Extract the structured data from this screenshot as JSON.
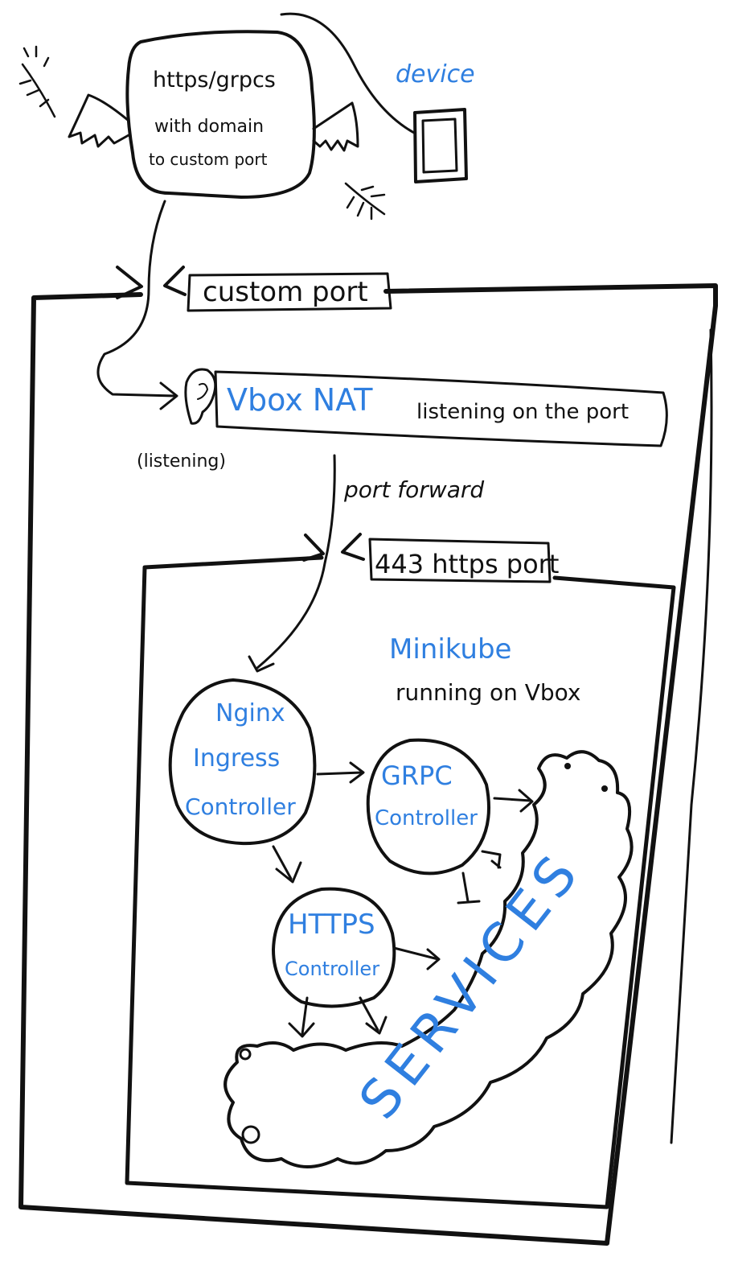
{
  "colors": {
    "ink": "#111111",
    "accent": "#2f7fe0",
    "background": "#ffffff"
  },
  "cloud_request": {
    "lines": [
      "https/grpcs",
      "with domain",
      "to custom port"
    ],
    "icons": [
      "wing-icon",
      "feather-icon"
    ]
  },
  "device": {
    "label": "device",
    "icon": "phone-device-icon"
  },
  "vm_box": {
    "port_label": "custom port",
    "nat": {
      "name": "Vbox NAT",
      "description": "listening on the port",
      "icon": "ear-icon",
      "icon_caption": "(listening)"
    },
    "forward_label": "port forward"
  },
  "minikube_box": {
    "port_label": "443 https port",
    "title": "Minikube",
    "subtitle": "running on Vbox",
    "nodes": {
      "nginx": [
        "Nginx",
        "Ingress",
        "Controller"
      ],
      "grpc": [
        "GRPC",
        "Controller"
      ],
      "https": [
        "HTTPS",
        "Controller"
      ]
    },
    "services_label": "SERVICES"
  }
}
